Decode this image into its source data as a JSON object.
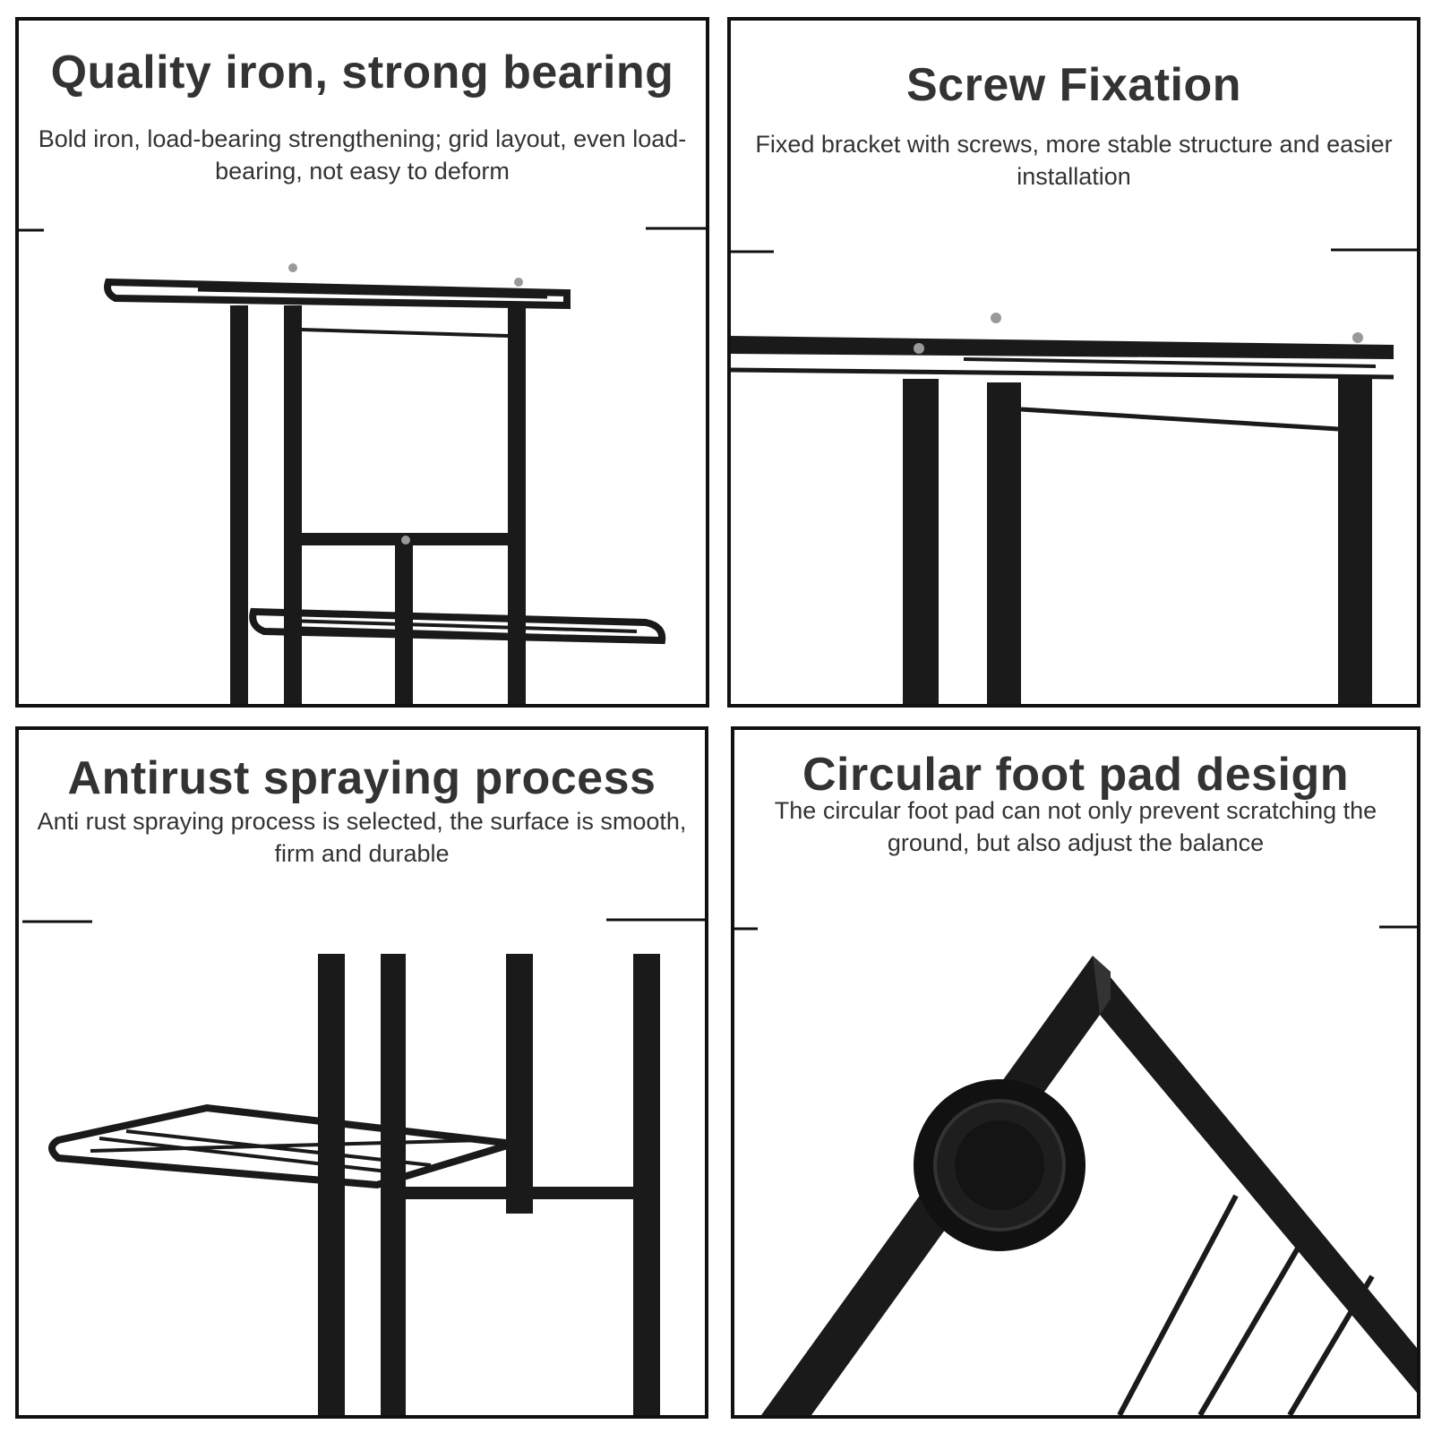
{
  "panels": [
    {
      "title": "Quality iron, strong bearing",
      "description": "Bold iron, load-bearing strengthening; grid layout, even load-bearing, not easy to deform",
      "image": "plant-stand-overview"
    },
    {
      "title": "Screw Fixation",
      "description": "Fixed bracket with screws, more stable structure and easier installation",
      "image": "screw-bracket-closeup"
    },
    {
      "title": "Antirust spraying process",
      "description": "Anti rust spraying process is selected, the surface is smooth, firm and durable",
      "image": "sprayed-shelf-closeup"
    },
    {
      "title": "Circular foot pad design",
      "description": "The circular foot pad can not only prevent scratching the ground, but also adjust the balance",
      "image": "foot-pad-closeup"
    }
  ],
  "colors": {
    "frame": "#111111",
    "metal": "#1a1a1a",
    "text": "#333333"
  }
}
